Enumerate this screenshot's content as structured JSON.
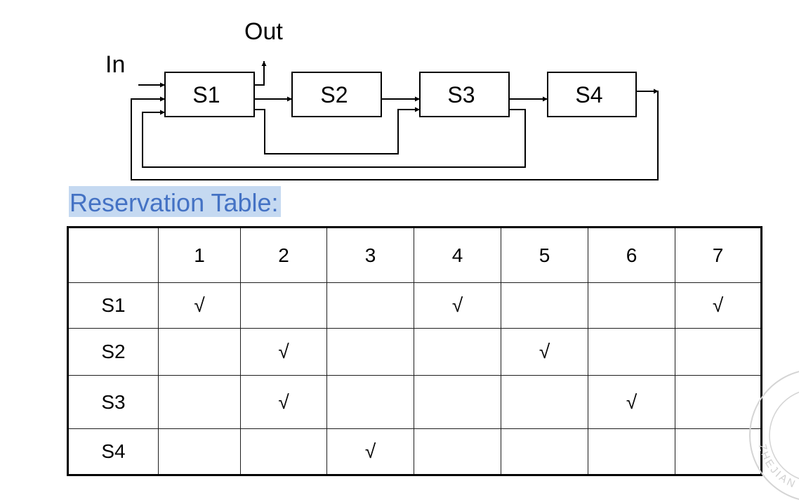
{
  "diagram": {
    "in_label": "In",
    "out_label": "Out",
    "stages": [
      "S1",
      "S2",
      "S3",
      "S4"
    ]
  },
  "table_title": "Reservation Table:",
  "table": {
    "columns": [
      "",
      "1",
      "2",
      "3",
      "4",
      "5",
      "6",
      "7"
    ],
    "rows": [
      {
        "label": "S1",
        "cells": [
          "√",
          "",
          "",
          "√",
          "",
          "",
          "√"
        ]
      },
      {
        "label": "S2",
        "cells": [
          "",
          "√",
          "",
          "",
          "√",
          "",
          ""
        ]
      },
      {
        "label": "S3",
        "cells": [
          "",
          "√",
          "",
          "",
          "",
          "√",
          ""
        ]
      },
      {
        "label": "S4",
        "cells": [
          "",
          "",
          "√",
          "",
          "",
          "",
          ""
        ]
      }
    ]
  },
  "seal": {
    "text": "ZHEJIAN"
  },
  "colors": {
    "title_text": "#4472C4",
    "title_highlight": "#C5D9F1",
    "lines": "#000000",
    "seal": "#D4D4D4"
  }
}
